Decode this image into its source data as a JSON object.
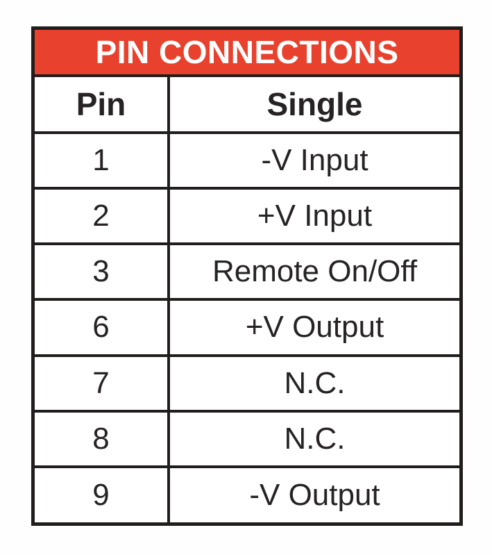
{
  "chart_data": {
    "type": "table",
    "title": "PIN CONNECTIONS",
    "columns": [
      "Pin",
      "Single"
    ],
    "rows": [
      [
        "1",
        "-V Input"
      ],
      [
        "2",
        "+V Input"
      ],
      [
        "3",
        "Remote On/Off"
      ],
      [
        "6",
        "+V Output"
      ],
      [
        "7",
        "N.C."
      ],
      [
        "8",
        "N.C."
      ],
      [
        "9",
        "-V Output"
      ]
    ],
    "layout": {
      "title_position": "top-band",
      "grid": "all-cell-borders",
      "pin_column_alignment": "center",
      "single_column_alignment": "center"
    }
  },
  "colors": {
    "header_bg": "#e8422e",
    "header_text": "#ffffff",
    "border": "#211d1d",
    "text": "#272324",
    "background": "#fefefe"
  }
}
